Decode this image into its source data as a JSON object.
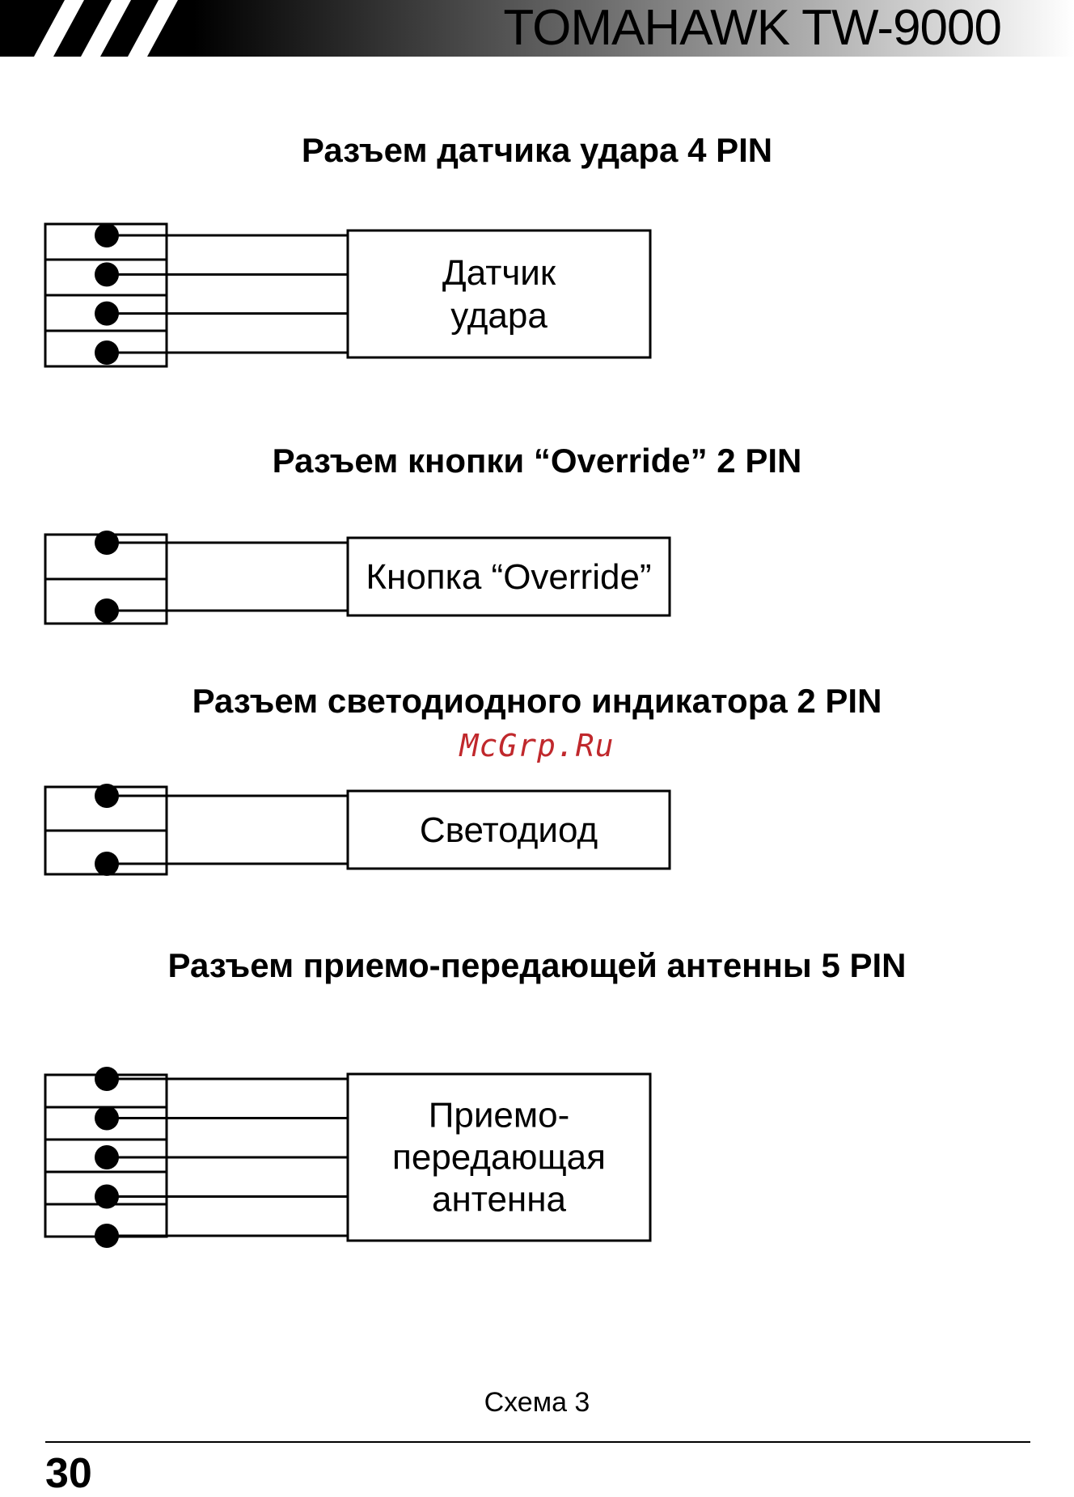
{
  "header": {
    "title": "TOMAHAWK TW-9000"
  },
  "watermark": "McGrp.Ru",
  "sections": [
    {
      "title": "Разъем датчика удара 4 PIN",
      "pins": 4,
      "box_lines": [
        "Датчик",
        "удара"
      ]
    },
    {
      "title": "Разъем кнопки “Override” 2 PIN",
      "pins": 2,
      "box_lines": [
        "Кнопка “Override”"
      ]
    },
    {
      "title": "Разъем светодиодного индикатора 2 PIN",
      "pins": 2,
      "box_lines": [
        "Светодиод"
      ]
    },
    {
      "title": "Разъем приемо-передающей антенны 5 PIN",
      "pins": 5,
      "box_lines": [
        "Приемо-",
        "передающая",
        "антенна"
      ]
    }
  ],
  "caption": "Схема 3",
  "page_number": "30"
}
